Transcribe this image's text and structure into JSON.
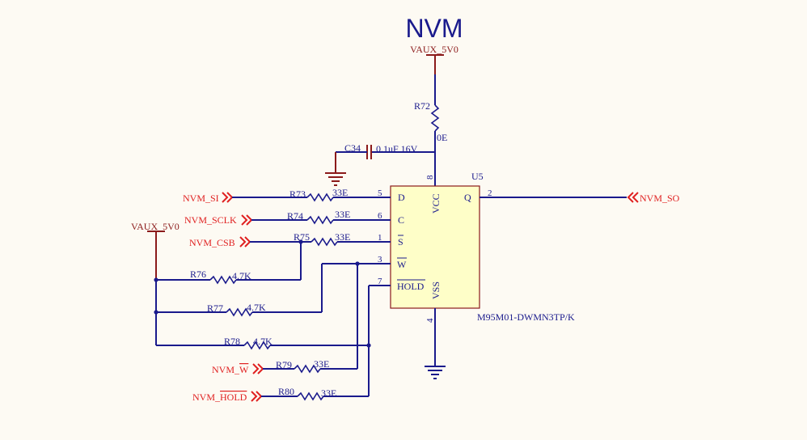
{
  "title": "NVM",
  "power": {
    "vaux_top": "VAUX_5V0",
    "vaux_left": "VAUX_5V0"
  },
  "chip": {
    "ref": "U5",
    "part": "M95M01-DWMN3TP/K",
    "pins": {
      "d": "D",
      "c": "C",
      "s": "S",
      "w": "W",
      "hold": "HOLD",
      "q": "Q",
      "vcc": "VCC",
      "vss": "VSS"
    },
    "pin_numbers": {
      "d": "5",
      "c": "6",
      "s": "1",
      "w": "3",
      "hold": "7",
      "q": "2",
      "vcc": "8",
      "vss": "4"
    }
  },
  "nets": {
    "si": "NVM_SI",
    "sclk": "NVM_SCLK",
    "csb": "NVM_CSB",
    "w_prefix": "NVM_",
    "w_bar": "W",
    "hold_prefix": "NVM_",
    "hold_bar": "HOLD",
    "so": "NVM_SO"
  },
  "components": {
    "r72": {
      "ref": "R72",
      "value": "0E"
    },
    "c34": {
      "ref": "C34",
      "value": "0.1uF 16V"
    },
    "r73": {
      "ref": "R73",
      "value": "33E"
    },
    "r74": {
      "ref": "R74",
      "value": "33E"
    },
    "r75": {
      "ref": "R75",
      "value": "33E"
    },
    "r76": {
      "ref": "R76",
      "value": "4.7K"
    },
    "r77": {
      "ref": "R77",
      "value": "4.7K"
    },
    "r78": {
      "ref": "R78",
      "value": "4.7K"
    },
    "r79": {
      "ref": "R79",
      "value": "33E"
    },
    "r80": {
      "ref": "R80",
      "value": "33E"
    }
  },
  "colors": {
    "wire": "#1a1a8c",
    "net": "#e02020",
    "power": "#8b1a1a",
    "chip_fill": "#fefec8",
    "chip_border": "#8b1a1a"
  }
}
